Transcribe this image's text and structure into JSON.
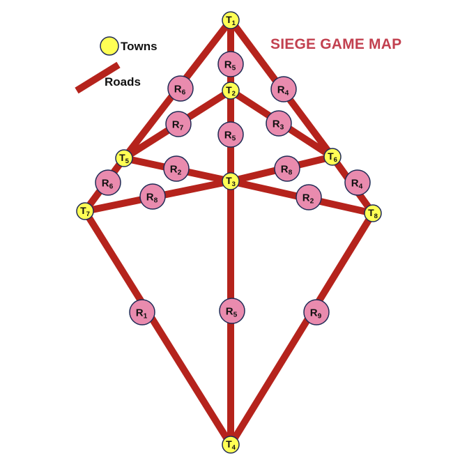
{
  "title": "SIEGE GAME MAP",
  "legend": {
    "towns": "Towns",
    "roads": "Roads"
  },
  "colors": {
    "road": "#b5231c",
    "town": "#ffff55",
    "road_marker": "#e98bae",
    "outline": "#1f2a55",
    "title": "#c2404f"
  },
  "towns": [
    {
      "id": "T1",
      "letter": "T",
      "num": "1"
    },
    {
      "id": "T2",
      "letter": "T",
      "num": "2"
    },
    {
      "id": "T3",
      "letter": "T",
      "num": "3"
    },
    {
      "id": "T4",
      "letter": "T",
      "num": "4"
    },
    {
      "id": "T5",
      "letter": "T",
      "num": "5"
    },
    {
      "id": "T6",
      "letter": "T",
      "num": "6"
    },
    {
      "id": "T7",
      "letter": "T",
      "num": "7"
    },
    {
      "id": "T8",
      "letter": "T",
      "num": "8"
    }
  ],
  "roads": [
    {
      "from": "T1",
      "to": "T5",
      "letter": "R",
      "num": "6"
    },
    {
      "from": "T1",
      "to": "T6",
      "letter": "R",
      "num": "4"
    },
    {
      "from": "T1",
      "to": "T2",
      "letter": "R",
      "num": "5"
    },
    {
      "from": "T2",
      "to": "T5",
      "letter": "R",
      "num": "7"
    },
    {
      "from": "T2",
      "to": "T6",
      "letter": "R",
      "num": "3"
    },
    {
      "from": "T2",
      "to": "T3",
      "letter": "R",
      "num": "5"
    },
    {
      "from": "T5",
      "to": "T3",
      "letter": "R",
      "num": "2"
    },
    {
      "from": "T6",
      "to": "T3",
      "letter": "R",
      "num": "8"
    },
    {
      "from": "T5",
      "to": "T7",
      "letter": "R",
      "num": "6"
    },
    {
      "from": "T6",
      "to": "T8",
      "letter": "R",
      "num": "4"
    },
    {
      "from": "T7",
      "to": "T3",
      "letter": "R",
      "num": "8"
    },
    {
      "from": "T3",
      "to": "T8",
      "letter": "R",
      "num": "2"
    },
    {
      "from": "T7",
      "to": "T4",
      "letter": "R",
      "num": "1"
    },
    {
      "from": "T3",
      "to": "T4",
      "letter": "R",
      "num": "5"
    },
    {
      "from": "T8",
      "to": "T4",
      "letter": "R",
      "num": "9"
    }
  ]
}
